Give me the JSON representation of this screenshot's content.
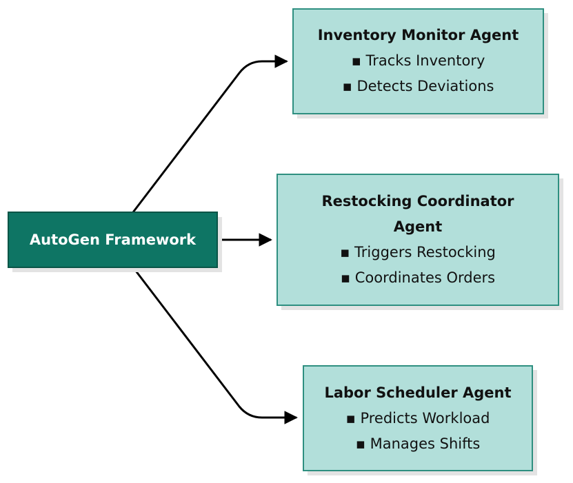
{
  "colors": {
    "root_fill": "#0e7564",
    "root_stroke": "#095446",
    "agent_fill": "#b2dfda",
    "agent_stroke": "#2e8f80",
    "shadow": "#e3e3e3",
    "connector": "#000000"
  },
  "root": {
    "label": "AutoGen Framework"
  },
  "agents": [
    {
      "title_lines": [
        "Inventory Monitor Agent"
      ],
      "bullets": [
        "▪ Tracks Inventory",
        "▪ Detects Deviations"
      ]
    },
    {
      "title_lines": [
        "Restocking Coordinator",
        "Agent"
      ],
      "bullets": [
        "▪ Triggers Restocking",
        "▪ Coordinates Orders"
      ]
    },
    {
      "title_lines": [
        "Labor Scheduler Agent"
      ],
      "bullets": [
        "▪ Predicts Workload",
        "▪ Manages Shifts"
      ]
    }
  ]
}
